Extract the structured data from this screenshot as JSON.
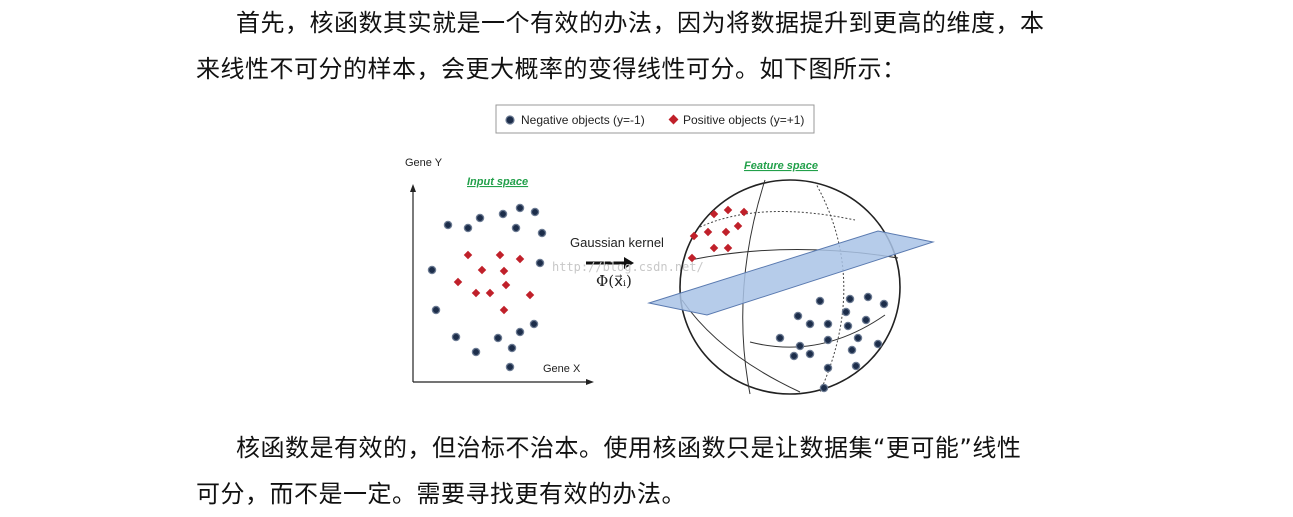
{
  "paragraphs": {
    "p1_line1": "首先，核函数其实就是一个有效的办法，因为将数据提升到更高的维度，本",
    "p1_line2": "来线性不可分的样本，会更大概率的变得线性可分。如下图所示：",
    "p2_line1": "核函数是有效的，但治标不治本。使用核函数只是让数据集“更可能”线性",
    "p2_line2": "可分，而不是一定。需要寻找更有效的办法。"
  },
  "figure": {
    "legend_negative": "Negative objects (y=-1)",
    "legend_positive": "Positive objects (y=+1)",
    "input_space_title": "Input space",
    "feature_space_title": "Feature space",
    "axis_y_label": "Gene Y",
    "axis_x_label": "Gene X",
    "kernel_label": "Gaussian kernel",
    "phi_label": "Φ(x⃗ᵢ)",
    "watermark": "http://blog.csdn.net/",
    "colors": {
      "negative": "#1c2d4a",
      "positive": "#c0202a",
      "plane": "#a9c3e6",
      "title_green": "#22a04a"
    }
  }
}
